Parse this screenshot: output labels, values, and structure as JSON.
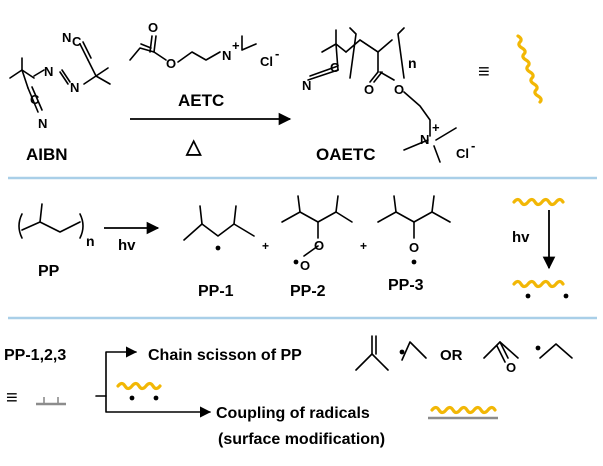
{
  "labels": {
    "aibn": "AIBN",
    "aetc": "AETC",
    "oaetc": "OAETC",
    "pp": "PP",
    "pp1": "PP-1",
    "pp2": "PP-2",
    "pp3": "PP-3",
    "pp123": "PP-1,2,3",
    "hv": "hv",
    "delta": "△",
    "equiv": "≡",
    "plus": "+",
    "or": "OR",
    "n": "n",
    "scission": "Chain scisson of PP",
    "coupling": "Coupling of radicals",
    "surface": "(surface modification)"
  },
  "atoms": {
    "n": "N",
    "o": "O",
    "cl": "Cl",
    "minus": "-",
    "plus": "+"
  },
  "colors": {
    "chain": "#f2b705",
    "divider": "#a9cfe8",
    "surface": "#8c8c8c"
  }
}
